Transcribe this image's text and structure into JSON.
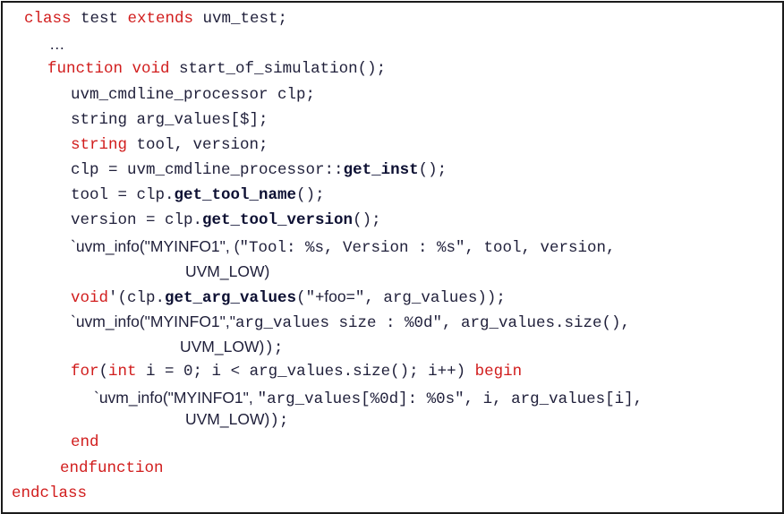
{
  "code": {
    "l1": {
      "kw_class": "class",
      "t_test": " test ",
      "kw_extends": "extends",
      "t_base": " uvm_test;"
    },
    "l2": {
      "t": "…"
    },
    "l3": {
      "kw_function": "function",
      "t_sp": " ",
      "kw_void": "void",
      "t_rest": " start_of_simulation();"
    },
    "l4": {
      "t": "uvm_cmdline_processor clp;"
    },
    "l5": {
      "t": "string arg_values[$];"
    },
    "l6": {
      "kw_string": "string",
      "t": " tool, version;"
    },
    "l7": {
      "t_a": "clp = uvm_cmdline_processor::",
      "fn": "get_inst",
      "t_b": "();"
    },
    "l8": {
      "t_a": "tool = clp.",
      "fn": "get_tool_name",
      "t_b": "();"
    },
    "l9": {
      "t_a": "version = clp.",
      "fn": "get_tool_version",
      "t_b": "();"
    },
    "l10": {
      "sans": "`uvm_info(\"MYINFO1\", (",
      "mono": "\"Tool: %s, Version : %s\", tool, version,"
    },
    "l11": {
      "sans": "UVM_LOW)"
    },
    "l12": {
      "kw_void": "void",
      "t_a": "'(clp.",
      "fn": "get_arg_values",
      "t_b": "(\"",
      "sans": "+foo=",
      "t_c": "\", arg_values));"
    },
    "l13": {
      "sans": "`uvm_info(\"MYINFO1\",\"",
      "mono": "arg_values size : %0d\", arg_values.size(),"
    },
    "l14": {
      "sans": "UVM_LOW)",
      "mono": ");"
    },
    "l15": {
      "kw_for": "for",
      "t_a": "(",
      "kw_int": "int",
      "t_b": " i = 0; i < arg_values.size(); i++) ",
      "kw_begin": "begin"
    },
    "l16": {
      "sans": "`uvm_info(\"MYINFO1\", ",
      "mono": "\"arg_values[%0d]: %0s\", i, arg_values[i],"
    },
    "l17": {
      "sans": "UVM_LOW)",
      "mono": ");"
    },
    "l18": {
      "kw_end": "end"
    },
    "l19": {
      "kw_endfunction": "endfunction"
    },
    "l20": {
      "kw_endclass": "endclass"
    }
  }
}
